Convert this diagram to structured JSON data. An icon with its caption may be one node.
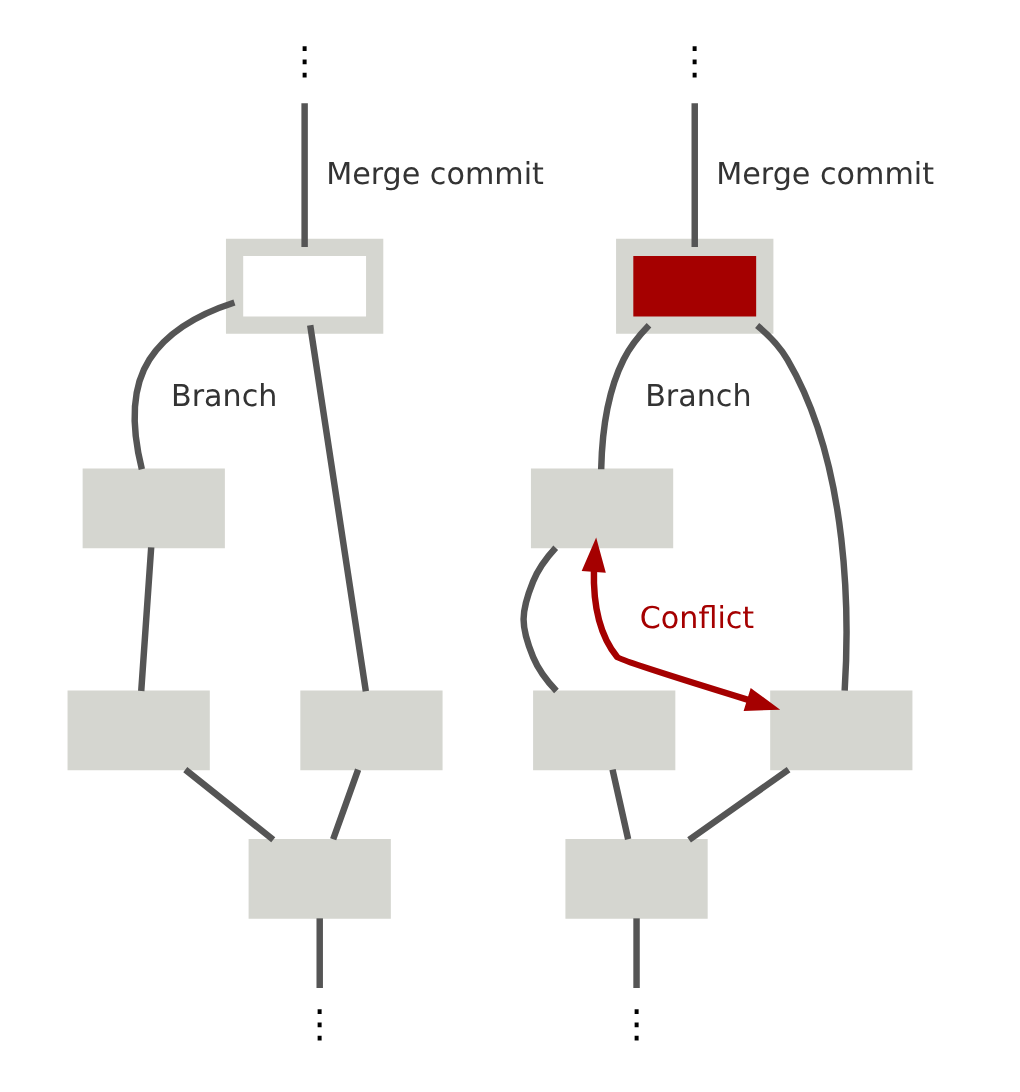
{
  "diagram": {
    "nodes": [
      {
        "text": [
          "⋮"
        ]
      },
      {
        "text": [],
        "shape": "box"
      },
      {
        "text": [],
        "shape": "box"
      },
      {
        "text": [],
        "shape": "box"
      },
      {
        "text": [],
        "shape": "box"
      },
      {
        "text": [],
        "shape": "box"
      },
      {
        "text": [
          "⋮"
        ]
      },
      {
        "text": [
          "⋮"
        ]
      },
      {
        "text": [],
        "shape": "box"
      },
      {
        "text": [],
        "shape": "box"
      },
      {
        "text": [],
        "shape": "box"
      },
      {
        "text": [],
        "shape": "box"
      },
      {
        "text": [],
        "shape": "box"
      },
      {
        "text": [
          "⋮"
        ]
      }
    ],
    "edges": [
      {
        "from": 0,
        "to": 1,
        "arrow": "none",
        "label": "Merge commit"
      },
      {
        "from": 1,
        "to": 2,
        "arrow": "none",
        "label": "Branch"
      },
      {
        "from": 1,
        "to": 4,
        "arrow": "none"
      },
      {
        "from": 2,
        "to": 3,
        "arrow": "none"
      },
      {
        "from": 3,
        "to": 5,
        "arrow": "none"
      },
      {
        "from": 4,
        "to": 5,
        "arrow": "none"
      },
      {
        "from": 5,
        "to": 6,
        "arrow": "none"
      },
      {
        "from": 7,
        "to": 8,
        "arrow": "none",
        "label": "Merge commit"
      },
      {
        "from": 8,
        "to": 9,
        "arrow": "none",
        "label": "Branch"
      },
      {
        "from": 8,
        "to": 11,
        "arrow": "none"
      },
      {
        "from": 9,
        "to": 10,
        "arrow": "none"
      },
      {
        "from": 10,
        "to": 12,
        "arrow": "none"
      },
      {
        "from": 11,
        "to": 12,
        "arrow": "none"
      },
      {
        "from": 12,
        "to": 13,
        "arrow": "none"
      },
      {
        "from": 9,
        "to": 11,
        "arrow": "both",
        "label": "Conflict",
        "color": "#a50000"
      }
    ]
  }
}
